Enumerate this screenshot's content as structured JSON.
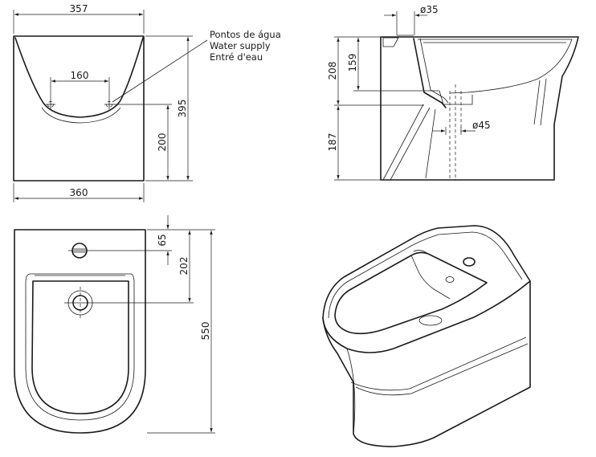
{
  "front_view": {
    "top_width": "357",
    "bottom_width": "360",
    "inlet_spacing": "160",
    "inlet_height": "200",
    "total_height": "395"
  },
  "note": {
    "line_pt": "Pontos de água",
    "line_en": "Water supply",
    "line_fr": "Entré d'eau"
  },
  "side_view": {
    "inlet_diameter": "ø35",
    "outlet_diameter": "ø45",
    "upper_height": "208",
    "lower_height": "187",
    "bowl_depth": "159"
  },
  "top_view": {
    "tap_hole_offset": "65",
    "drain_offset": "202",
    "total_length": "550"
  }
}
